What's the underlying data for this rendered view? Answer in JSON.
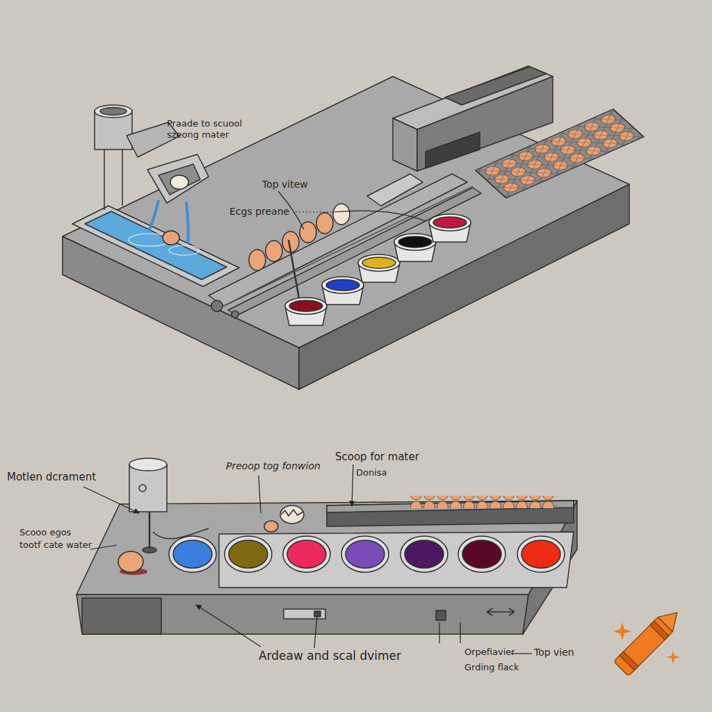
{
  "diagram": {
    "labels": [
      "Praade to scuool szeong mater",
      "Top vitew",
      "Ecgs preane",
      "Motlen dcrament",
      "Scooo egos",
      "tootf cate water",
      "Preoop tog fonwion",
      "Scoop for mater",
      "Donisa",
      "Ardeaw and scal dvimer",
      "Orpefiavier",
      "Top vien",
      "Grding flack"
    ]
  }
}
